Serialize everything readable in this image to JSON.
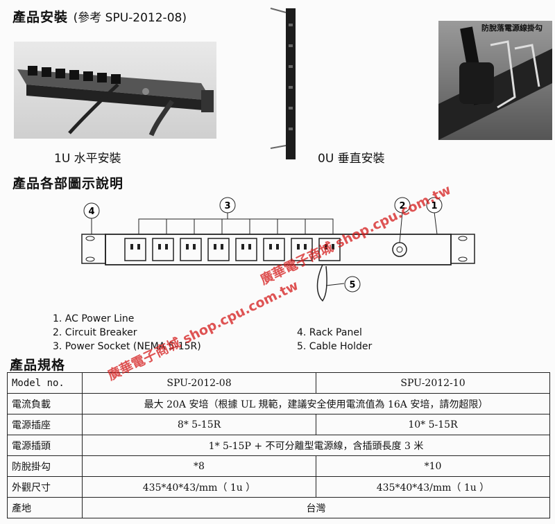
{
  "install": {
    "title": "產品安裝",
    "ref": "(參考 SPU-2012-08)",
    "horizontal_caption": "1U 水平安裝",
    "vertical_caption": "0U 垂直安裝",
    "hook_caption": "防脫落電源線掛勾"
  },
  "diagram": {
    "title": "產品各部圖示說明",
    "callouts": [
      "4",
      "3",
      "2",
      "1",
      "5"
    ]
  },
  "legend": {
    "left": [
      "1. AC Power Line",
      "2. Circuit Breaker",
      "3. Power Socket (NEMA 5-15R)"
    ],
    "right": [
      "4. Rack Panel",
      "5. Cable Holder"
    ]
  },
  "spec": {
    "title": "產品規格",
    "rows": [
      {
        "label": "Model no.",
        "a": "SPU-2012-08",
        "b": "SPU-2012-10"
      },
      {
        "label": "電流負載",
        "span": "最大 20A 安培（根據 UL 規範，建議安全使用電流值為 16A 安培，請勿超限）"
      },
      {
        "label": "電源插座",
        "a": "8* 5-15R",
        "b": "10* 5-15R"
      },
      {
        "label": "電源插頭",
        "span": "1* 5-15P + 不可分離型電源線，含插頭長度 3 米"
      },
      {
        "label": "防脫掛勾",
        "a": "*8",
        "b": "*10"
      },
      {
        "label": "外觀尺寸",
        "a": "435*40*43/mm（ 1u ）",
        "b": "435*40*43/mm（ 1u ）"
      },
      {
        "label": "產地",
        "span": "台灣"
      }
    ]
  },
  "watermark": {
    "text1": "廣華電子商城  shop.cpu.com.tw",
    "text2": "廣華電子商城  shop.cpu.com.tw",
    "color": "#d51b1b"
  }
}
